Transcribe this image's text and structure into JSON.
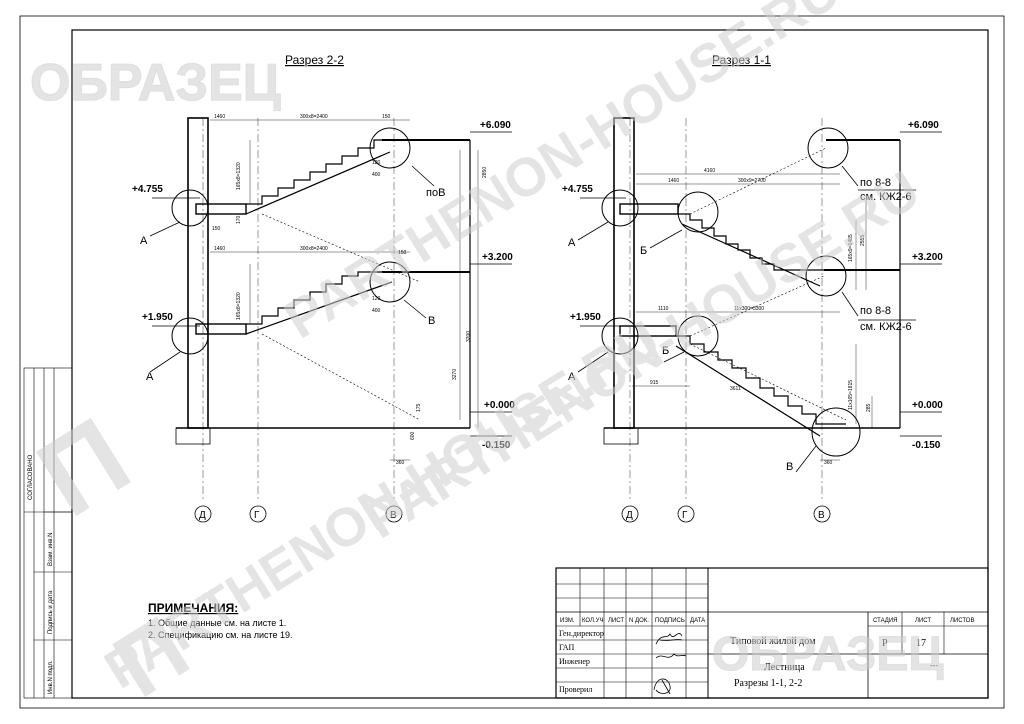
{
  "watermark": {
    "sample": "ОБРАЗЕЦ",
    "site": "PARTHENON-HOUSE.RU",
    "logo": "П"
  },
  "section22": {
    "title": "Разрез 2-2",
    "levels": [
      "+6.090",
      "+4.755",
      "+3.200",
      "+1.950",
      "+0.000",
      "-0.150"
    ],
    "callouts": [
      "А",
      "А",
      "поВ",
      "В"
    ],
    "dims": [
      "1460",
      "300x8=2400",
      "150",
      "165x8=1320",
      "120",
      "400",
      "170",
      "150",
      "1460",
      "300x8=2400",
      "120",
      "400",
      "165x8=1320",
      "150",
      "3200",
      "3270",
      "175",
      "360",
      "2850",
      "600"
    ],
    "axes": [
      "Д",
      "Г",
      "В"
    ]
  },
  "section11": {
    "title": "Разрез 1-1",
    "levels": [
      "+6.090",
      "+4.755",
      "+3.200",
      "+1.950",
      "+0.000",
      "-0.150"
    ],
    "callouts": [
      "А",
      "Б",
      "А",
      "Б",
      "В"
    ],
    "notes": [
      "по 8-8",
      "см. КЖ2-6",
      "по 8-8",
      "см. КЖ2-6"
    ],
    "dims": [
      "4160",
      "1460",
      "300x9=2700",
      "165x9=1485",
      "2555",
      "1110",
      "11x300=3300",
      "915",
      "3611",
      "11x165=1815",
      "285",
      "360"
    ],
    "axes": [
      "Д",
      "Г",
      "В"
    ]
  },
  "notes": {
    "heading": "ПРИМЕЧАНИЯ:",
    "items": [
      "1. Общие данные см. на листе 1.",
      "2. Спецификацию см. на листе 19."
    ]
  },
  "sidebar": {
    "agreed": "СОГЛАСОВАНО",
    "inv": "Взам. инв.N",
    "sign": "Подпись и дата",
    "orig": "Инв.N подл."
  },
  "stamp": {
    "cols": [
      "ИЗМ.",
      "КОЛ.УЧ",
      "ЛИСТ",
      "N ДОК.",
      "ПОДПИСЬ",
      "ДАТА"
    ],
    "roles": [
      "Ген.директор",
      "ГАП",
      "Инженер",
      "Проверил"
    ],
    "project": "Типовой жилой дом",
    "name": "Лестница",
    "subname": "Разрезы 1-1, 2-2",
    "stage_label": "СТАДИЯ",
    "sheet_label": "ЛИСТ",
    "sheets_label": "ЛИСТОВ",
    "stage": "Р",
    "sheet": "17",
    "sheets": "---"
  }
}
